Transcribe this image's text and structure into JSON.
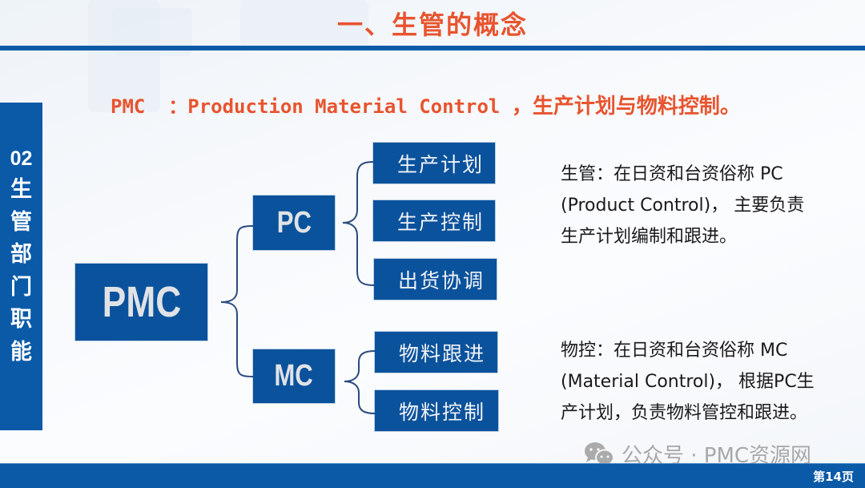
{
  "slide": {
    "title": "一、生管的概念",
    "subtitle_latin": "PMC  ：Production Material Control ",
    "subtitle_cn": "，生产计划与物料控制。",
    "page_label": "第14页"
  },
  "sidebar": {
    "number": "02",
    "chars": [
      "生",
      "管",
      "部",
      "门",
      "职",
      "能"
    ]
  },
  "diagram": {
    "root": "PMC",
    "branches": [
      {
        "label": "PC",
        "children": [
          "生产计划",
          "生产控制",
          "出货协调"
        ]
      },
      {
        "label": "MC",
        "children": [
          "物料跟进",
          "物料控制"
        ]
      }
    ],
    "colors": {
      "box": "#0a529c",
      "line": "#2b4a7e"
    }
  },
  "descriptions": [
    {
      "lines": [
        "生管：在日资和台资俗称 PC",
        "(Product Control)， 主要负责",
        "生产计划编制和跟进。"
      ]
    },
    {
      "lines": [
        "物控：在日资和台资俗称 MC",
        "(Material Control)， 根据PC生",
        "产计划，负责物料管控和跟进。"
      ]
    }
  ],
  "watermark": {
    "icon": "wechat-icon",
    "text": "公众号 · PMC资源网"
  },
  "colors": {
    "accent": "#e8542e",
    "brand_blue": "#0a5aa8"
  }
}
